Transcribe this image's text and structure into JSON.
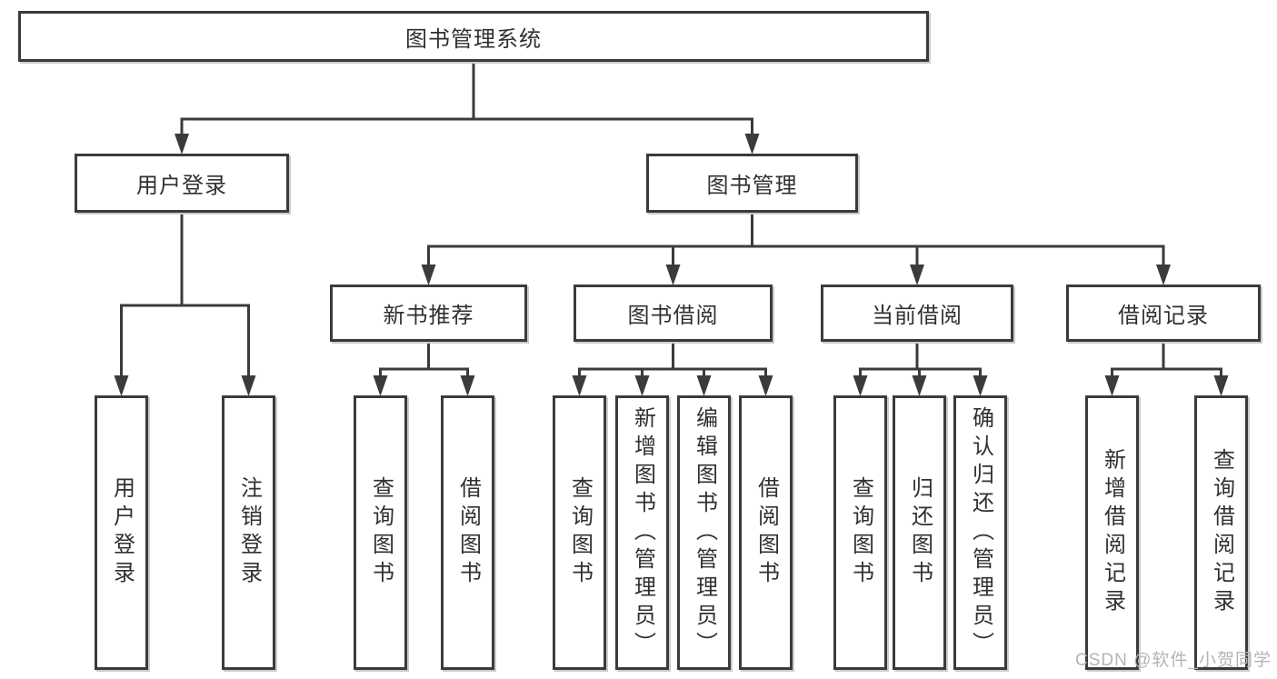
{
  "diagram": {
    "title": "图书管理系统",
    "watermark": "CSDN @软件_小贺同学",
    "colors": {
      "line": "#3b3b3b",
      "box_border": "#3b3b3b",
      "text": "#303030",
      "background": "#ffffff",
      "watermark": "#b4b4b4"
    },
    "nodes": [
      {
        "id": "root",
        "label": "图书管理系统",
        "parent": null
      },
      {
        "id": "user-login",
        "label": "用户登录",
        "parent": "root"
      },
      {
        "id": "book-mgmt",
        "label": "图书管理",
        "parent": "root"
      },
      {
        "id": "leaf-user-login",
        "label": "用户登录",
        "parent": "user-login"
      },
      {
        "id": "leaf-logout",
        "label": "注销登录",
        "parent": "user-login"
      },
      {
        "id": "new-book",
        "label": "新书推荐",
        "parent": "book-mgmt"
      },
      {
        "id": "book-borrow",
        "label": "图书借阅",
        "parent": "book-mgmt"
      },
      {
        "id": "current-borrow",
        "label": "当前借阅",
        "parent": "book-mgmt"
      },
      {
        "id": "borrow-record",
        "label": "借阅记录",
        "parent": "book-mgmt"
      },
      {
        "id": "nb-query",
        "label": "查询图书",
        "parent": "new-book"
      },
      {
        "id": "nb-borrow",
        "label": "借阅图书",
        "parent": "new-book"
      },
      {
        "id": "bb-query",
        "label": "查询图书",
        "parent": "book-borrow"
      },
      {
        "id": "bb-add",
        "label": "新增图书（管理员）",
        "parent": "book-borrow"
      },
      {
        "id": "bb-edit",
        "label": "编辑图书（管理员）",
        "parent": "book-borrow"
      },
      {
        "id": "bb-borrow",
        "label": "借阅图书",
        "parent": "book-borrow"
      },
      {
        "id": "cb-query",
        "label": "查询图书",
        "parent": "current-borrow"
      },
      {
        "id": "cb-return",
        "label": "归还图书",
        "parent": "current-borrow"
      },
      {
        "id": "cb-confirm",
        "label": "确认归还（管理员）",
        "parent": "current-borrow"
      },
      {
        "id": "br-add",
        "label": "新增借阅记录",
        "parent": "borrow-record"
      },
      {
        "id": "br-query",
        "label": "查询借阅记录",
        "parent": "borrow-record"
      }
    ]
  }
}
